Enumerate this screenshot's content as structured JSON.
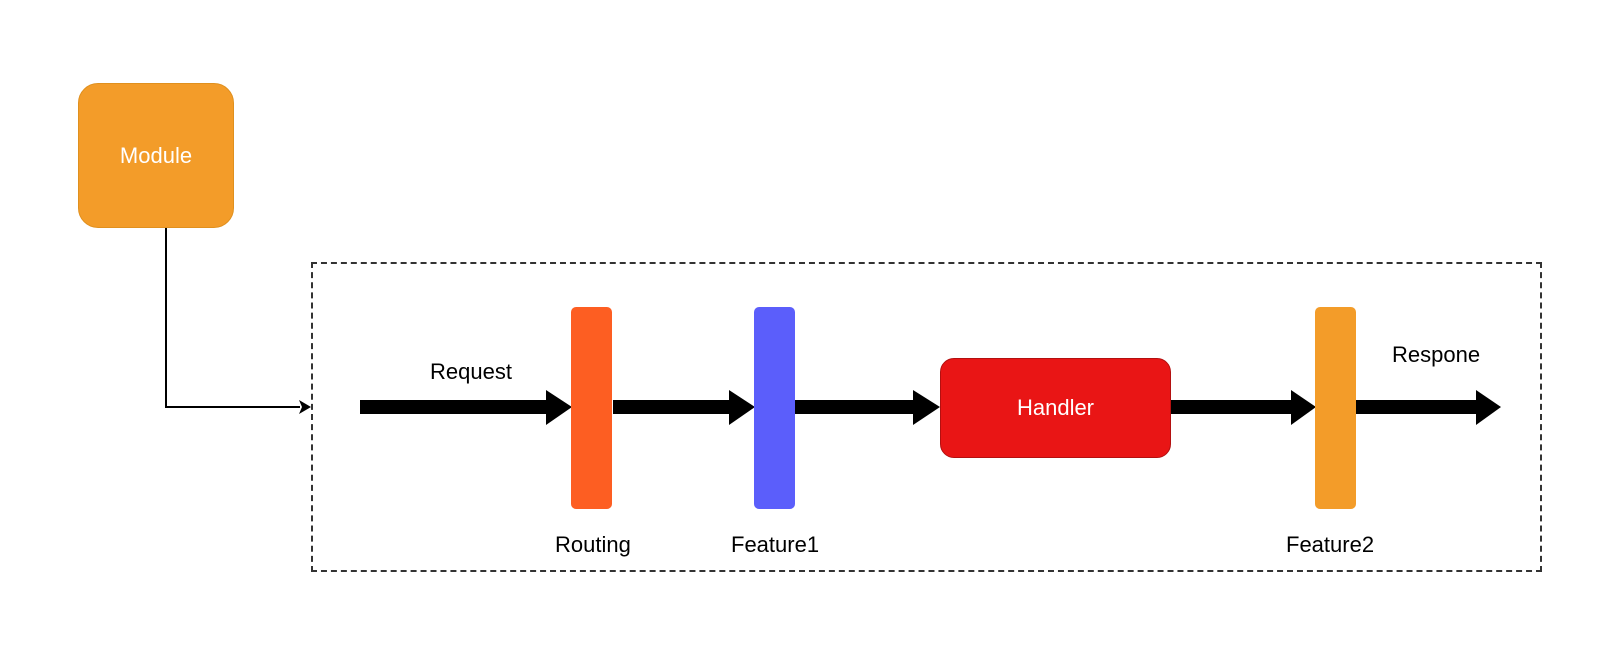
{
  "nodes": {
    "module": {
      "label": "Module",
      "color": "#f39c29"
    },
    "handler": {
      "label": "Handler",
      "color": "#e91515"
    },
    "routing": {
      "label": "Routing",
      "color": "#fd5e22"
    },
    "feature1": {
      "label": "Feature1",
      "color": "#5b5efb"
    },
    "feature2": {
      "label": "Feature2",
      "color": "#f39c29"
    }
  },
  "flow_labels": {
    "request": "Request",
    "response": "Respone"
  },
  "edges": [
    {
      "from": "module",
      "to": "pipeline-frame",
      "style": "thin-elbow"
    },
    {
      "from": "request",
      "to": "routing",
      "style": "thick"
    },
    {
      "from": "routing",
      "to": "feature1",
      "style": "thick"
    },
    {
      "from": "feature1",
      "to": "handler",
      "style": "thick"
    },
    {
      "from": "handler",
      "to": "feature2",
      "style": "thick"
    },
    {
      "from": "feature2",
      "to": "response",
      "style": "thick"
    }
  ],
  "colors": {
    "arrow": "#000000",
    "frame_border": "#333333"
  }
}
